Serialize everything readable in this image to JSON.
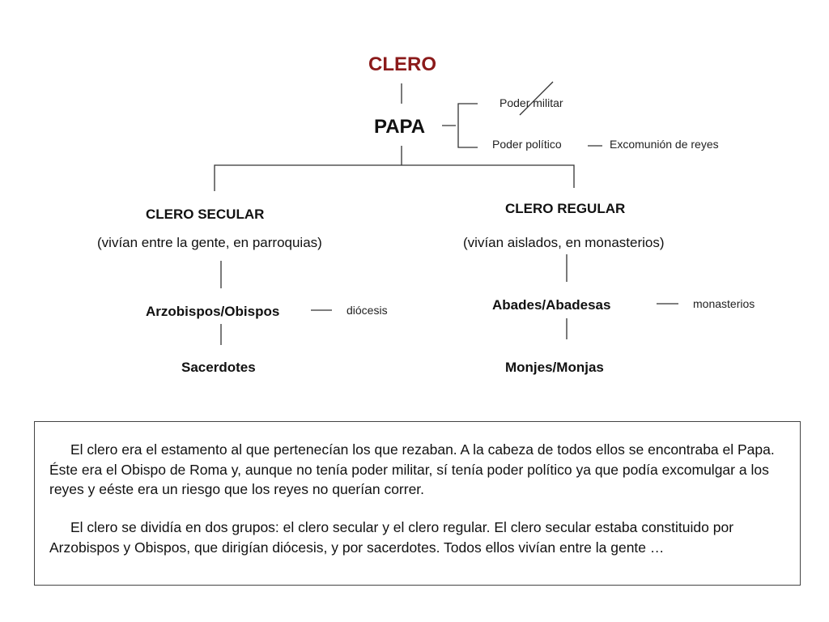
{
  "root": "CLERO",
  "papa": "PAPA",
  "powers": {
    "military": "Poder militar",
    "political": "Poder político",
    "political_note": "Excomunión de reyes"
  },
  "secular": {
    "title": "CLERO SECULAR",
    "description": "(vivían entre la gente, en parroquias)",
    "level1": "Arzobispos/Obispos",
    "level1_note": "diócesis",
    "level2": "Sacerdotes"
  },
  "regular": {
    "title": "CLERO REGULAR",
    "description": "(vivían aislados, en monasterios)",
    "level1": "Abades/Abadesas",
    "level1_note": "monasterios",
    "level2": "Monjes/Monjas"
  },
  "textbox": {
    "paragraph1": "El clero era el estamento al que pertenecían los que rezaban. A la cabeza de todos ellos se encontraba el Papa. Éste era el Obispo de Roma y, aunque no tenía poder militar, sí tenía poder político ya que podía excomulgar a los reyes y eéste era un riesgo que los reyes no querían correr.",
    "paragraph2": "El clero se dividía en dos grupos: el clero secular y el clero regular. El clero secular estaba  constituido por Arzobispos y Obispos, que dirigían diócesis, y por sacerdotes. Todos ellos vivían entre la gente …"
  }
}
